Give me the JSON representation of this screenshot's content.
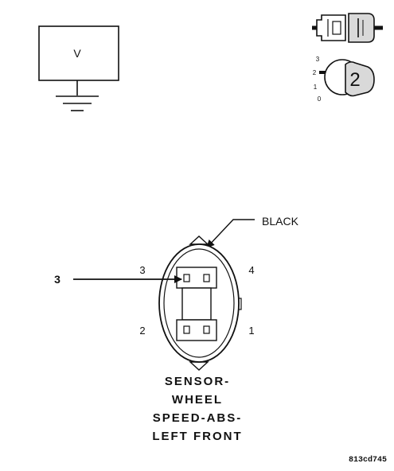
{
  "meter": {
    "label": "V"
  },
  "switch_positions": [
    "3",
    "2",
    "1",
    "0"
  ],
  "switch_badge": "2",
  "connector": {
    "color_label": "BLACK",
    "pin_numbers": {
      "top_left": "3",
      "top_right": "4",
      "bottom_left": "2",
      "bottom_right": "1"
    },
    "callout": "3",
    "name_lines": [
      "SENSOR-",
      "WHEEL",
      "SPEED-ABS-",
      "LEFT FRONT"
    ]
  },
  "figure_id": "813cd745",
  "colors": {
    "ink": "#111111",
    "paper": "#ffffff",
    "shade": "#d9d9d9"
  }
}
